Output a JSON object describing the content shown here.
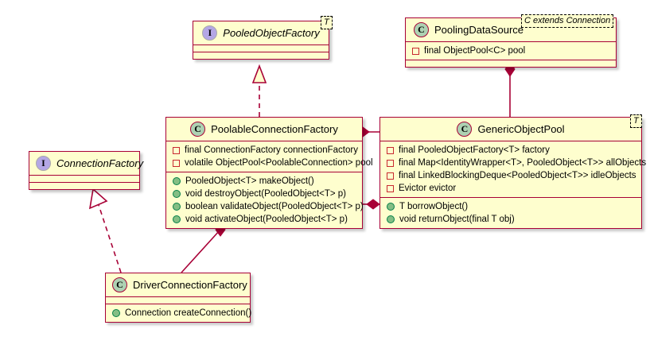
{
  "diagram": {
    "title": "UML class diagram",
    "colors": {
      "box_fill": "#FEFECE",
      "box_border": "#A80036",
      "line": "#A80036",
      "interface_circle": "#B4A7E5",
      "class_circle": "#ADD1B2",
      "private_marker": "#C82930",
      "public_marker": "#84BE84",
      "background": "#FFFFFF"
    },
    "classes": [
      {
        "id": "pooled-object-factory",
        "name": "PooledObjectFactory",
        "kind": "interface",
        "stereotype": "I",
        "type_parameter": "T",
        "fields": [],
        "methods": []
      },
      {
        "id": "pooling-data-source",
        "name": "PoolingDataSource",
        "kind": "class",
        "stereotype": "C",
        "type_parameter": "C extends Connection",
        "fields": [
          {
            "visibility": "private",
            "text": "final ObjectPool<C> pool"
          }
        ],
        "methods": []
      },
      {
        "id": "connection-factory",
        "name": "ConnectionFactory",
        "kind": "interface",
        "stereotype": "I",
        "type_parameter": "",
        "fields": [],
        "methods": []
      },
      {
        "id": "poolable-connection-factory",
        "name": "PoolableConnectionFactory",
        "kind": "class",
        "stereotype": "C",
        "type_parameter": "",
        "fields": [
          {
            "visibility": "private",
            "text": "final ConnectionFactory connectionFactory"
          },
          {
            "visibility": "private",
            "text": "volatile ObjectPool<PoolableConnection> pool"
          }
        ],
        "methods": [
          {
            "visibility": "public",
            "text": "PooledObject<T> makeObject()"
          },
          {
            "visibility": "public",
            "text": "void destroyObject(PooledObject<T> p)"
          },
          {
            "visibility": "public",
            "text": "boolean validateObject(PooledObject<T> p)"
          },
          {
            "visibility": "public",
            "text": "void activateObject(PooledObject<T> p)"
          }
        ]
      },
      {
        "id": "generic-object-pool",
        "name": "GenericObjectPool",
        "kind": "class",
        "stereotype": "C",
        "type_parameter": "T",
        "fields": [
          {
            "visibility": "private",
            "text": "final PooledObjectFactory<T> factory"
          },
          {
            "visibility": "private",
            "text": "final Map<IdentityWrapper<T>, PooledObject<T>> allObjects"
          },
          {
            "visibility": "private",
            "text": "final LinkedBlockingDeque<PooledObject<T>> idleObjects"
          },
          {
            "visibility": "private",
            "text": "Evictor evictor"
          }
        ],
        "methods": [
          {
            "visibility": "public",
            "text": "T borrowObject()"
          },
          {
            "visibility": "public",
            "text": "void returnObject(final T obj)"
          }
        ]
      },
      {
        "id": "driver-connection-factory",
        "name": "DriverConnectionFactory",
        "kind": "class",
        "stereotype": "C",
        "type_parameter": "",
        "fields": [],
        "methods": [
          {
            "visibility": "public",
            "text": "Connection createConnection()"
          }
        ]
      }
    ],
    "relations": [
      {
        "id": "rel-pcf-implements-pof",
        "from": "poolable-connection-factory",
        "to": "pooled-object-factory",
        "type": "realization",
        "style": "dashed",
        "head": "hollow-triangle"
      },
      {
        "id": "rel-dcf-implements-cf",
        "from": "driver-connection-factory",
        "to": "connection-factory",
        "type": "realization",
        "style": "dashed",
        "head": "hollow-arrow"
      },
      {
        "id": "rel-pds-composes-gop",
        "from": "pooling-data-source",
        "to": "generic-object-pool",
        "type": "composition",
        "style": "solid",
        "head": "filled-diamond"
      },
      {
        "id": "rel-gop-composes-pcf",
        "from": "generic-object-pool",
        "to": "poolable-connection-factory",
        "type": "composition",
        "style": "solid",
        "head": "filled-diamond"
      },
      {
        "id": "rel-pcf-composes-gop",
        "from": "poolable-connection-factory",
        "to": "generic-object-pool",
        "type": "composition",
        "style": "solid",
        "head": "filled-diamond"
      },
      {
        "id": "rel-pcf-composes-dcf",
        "from": "poolable-connection-factory",
        "to": "driver-connection-factory",
        "type": "composition",
        "style": "solid",
        "head": "filled-diamond"
      }
    ]
  }
}
